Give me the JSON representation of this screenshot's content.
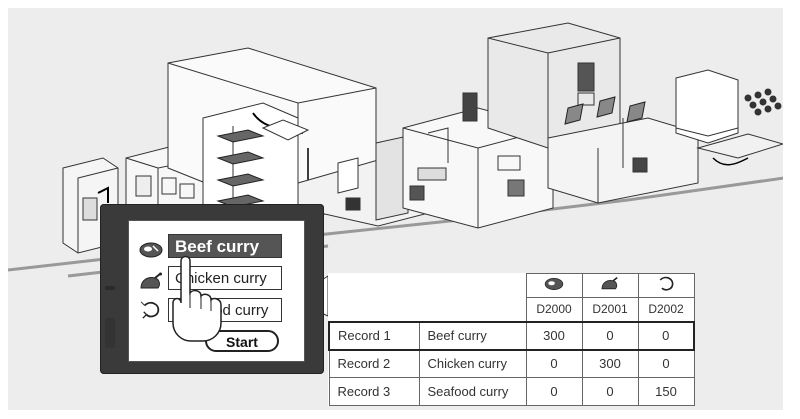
{
  "hmi": {
    "menu": [
      {
        "label": "Beef curry",
        "state": "selected"
      },
      {
        "label": "Chicken curry",
        "state": "normal"
      },
      {
        "label": "Seafood curry",
        "state": "normal"
      }
    ],
    "start_label": "Start"
  },
  "table": {
    "ingredient_icons": [
      "meat-icon",
      "chicken-icon",
      "shrimp-icon"
    ],
    "devices": [
      "D2000",
      "D2001",
      "D2002"
    ],
    "rows": [
      {
        "record": "Record 1",
        "name": "Beef curry",
        "values": [
          "300",
          "0",
          "0"
        ],
        "highlighted": true
      },
      {
        "record": "Record 2",
        "name": "Chicken curry",
        "values": [
          "0",
          "300",
          "0"
        ],
        "highlighted": false
      },
      {
        "record": "Record 3",
        "name": "Seafood curry",
        "values": [
          "0",
          "0",
          "150"
        ],
        "highlighted": false
      }
    ]
  },
  "colors": {
    "background": "#ededed",
    "panel": "#3a3a3a",
    "selected_button": "#555555",
    "line_art": "#333333",
    "floor_cable": "#999999"
  }
}
